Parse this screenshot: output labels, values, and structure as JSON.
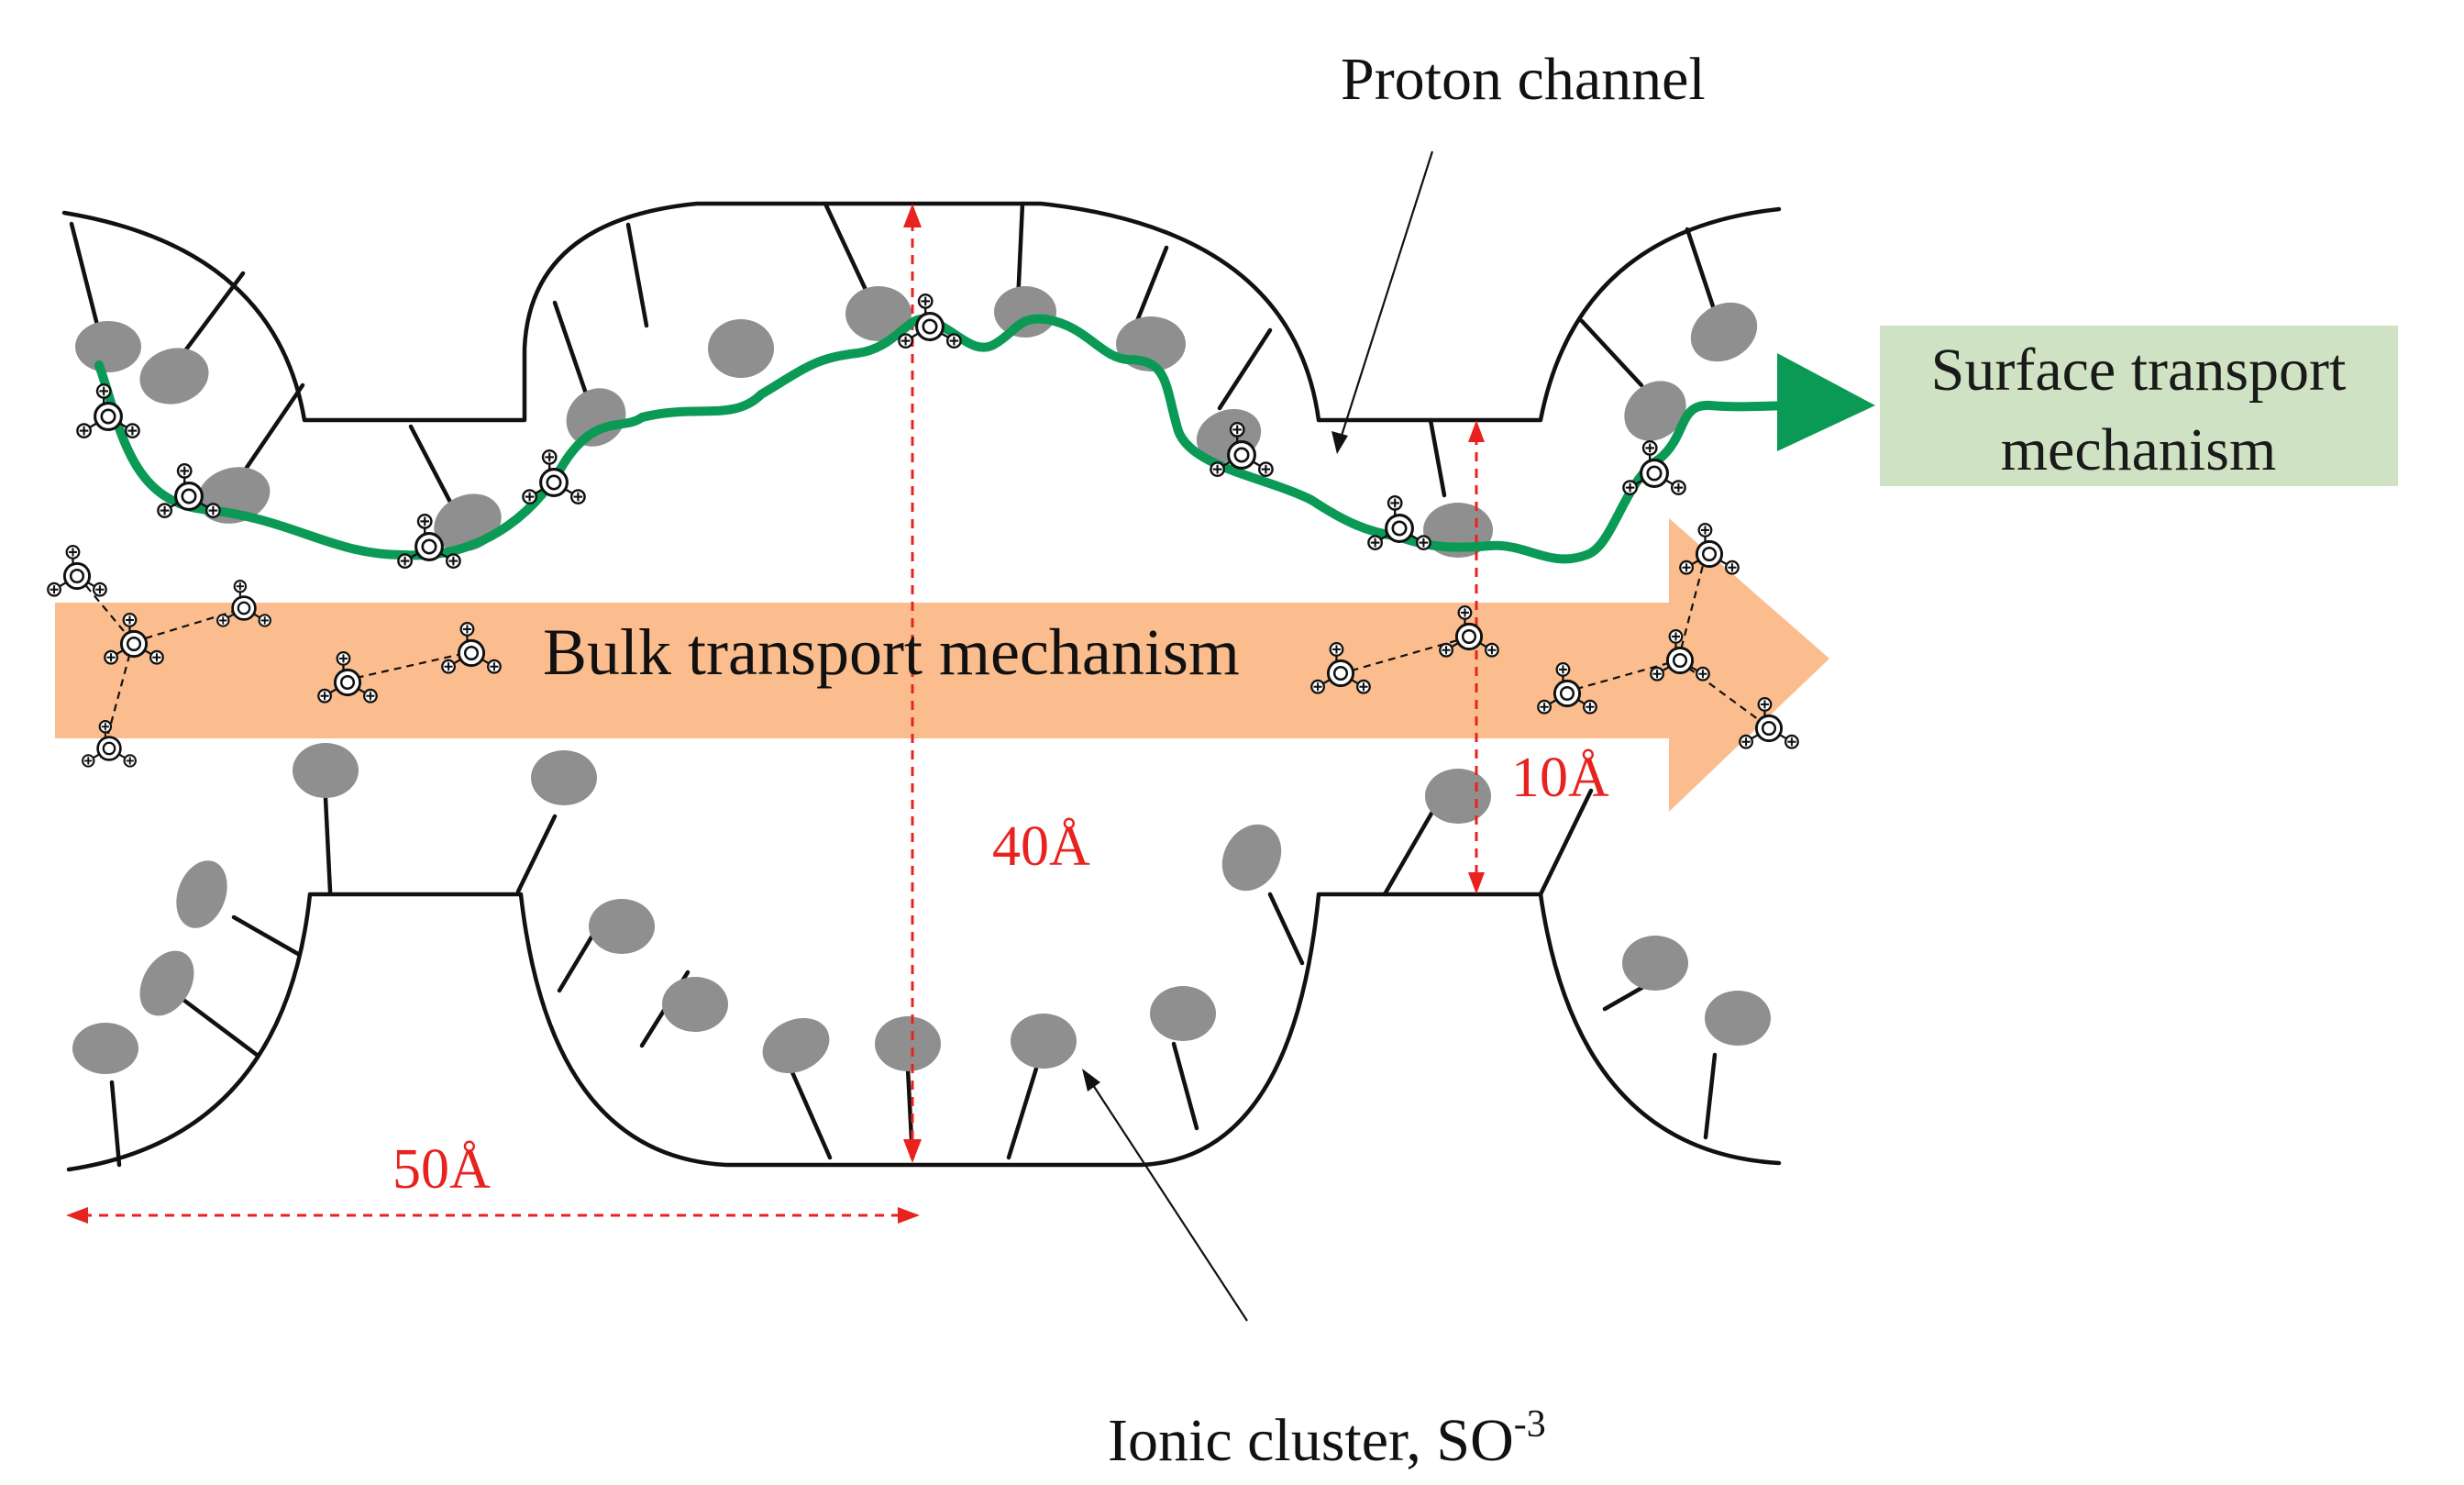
{
  "labels": {
    "proton_channel": "Proton channel",
    "surface_line1": "Surface transport",
    "surface_line2": "mechanism",
    "bulk": "Bulk transport mechanism",
    "dim_40": "40Å",
    "dim_10": "10Å",
    "dim_50": "50Å",
    "ionic_cluster": "Ionic cluster, SO",
    "ionic_superscript": "-3"
  },
  "colors": {
    "bulk_arrow": "#fbbd8d",
    "surface_path": "#0a9a55",
    "surface_box": "#cfe2c3",
    "dimension": "#e8231f",
    "ionic_blob": "#8f8f8f"
  }
}
